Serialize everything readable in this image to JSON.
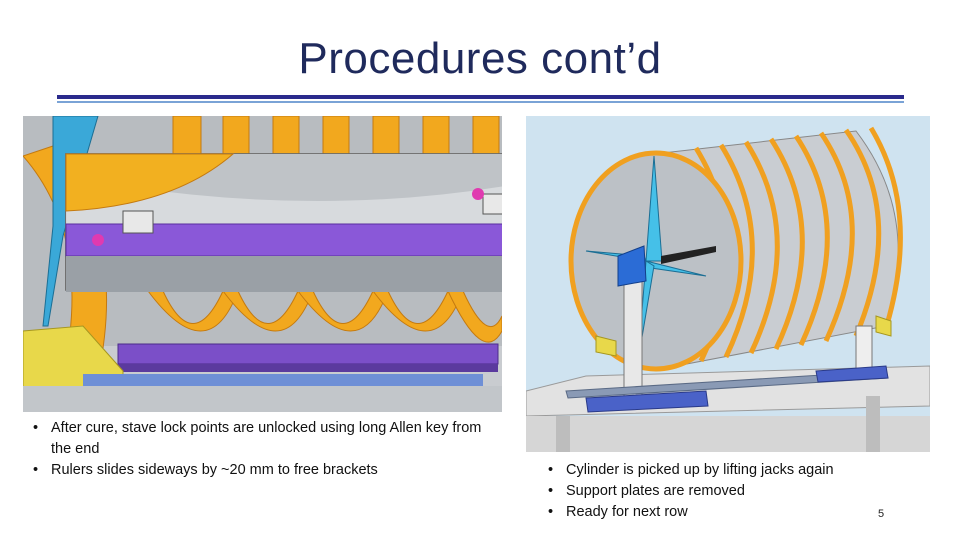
{
  "slide": {
    "title": "Procedures cont’d",
    "page_number": "5"
  },
  "left_bullets": [
    "After cure, stave lock points are unlocked using long Allen key from the end",
    "Rulers slides sideways by ~20 mm to free brackets"
  ],
  "right_bullets": [
    "Cylinder is picked up by lifting jacks again",
    "Support plates are removed",
    "Ready for next row"
  ],
  "colors": {
    "title": "#1f2a5c",
    "rule_dark": "#2a2a8c",
    "rule_light": "#7aa3d6",
    "orange_ring": "#f0a020",
    "purple_ruler": "#7b4fc8",
    "cyan_frame": "#3aa8d8",
    "yellow_base": "#e8d84a"
  }
}
